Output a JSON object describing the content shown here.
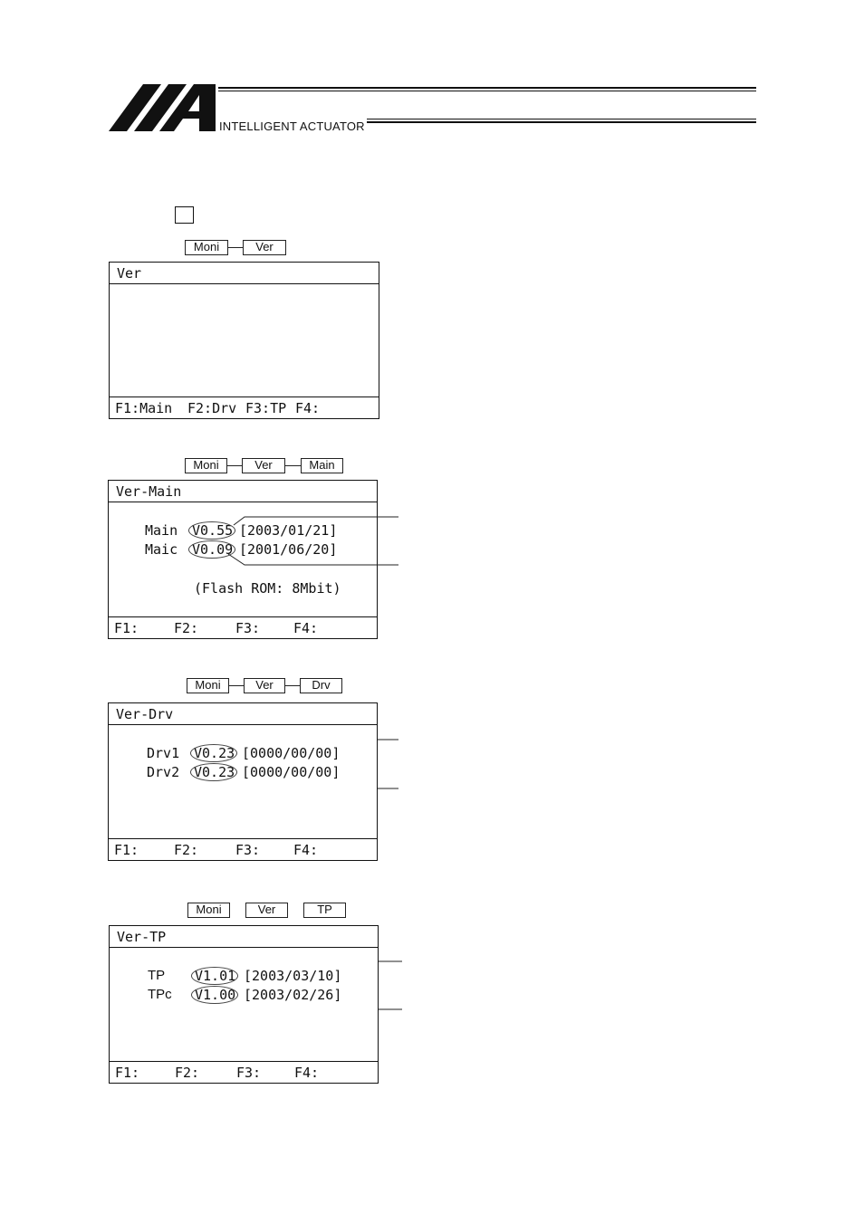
{
  "header": {
    "brand": "INTELLIGENT ACTUATOR"
  },
  "screens": [
    {
      "path": [
        "Moni",
        "Ver"
      ],
      "title": "Ver",
      "rows": [],
      "footer": [
        "F1:Main",
        "F2:Drv",
        "F3:TP",
        "F4:"
      ]
    },
    {
      "path": [
        "Moni",
        "Ver",
        "Main"
      ],
      "title": "Ver-Main",
      "rows": [
        {
          "label": "Main",
          "version": "V0.55",
          "date": "[2003/01/21]"
        },
        {
          "label": "Maic",
          "version": "V0.09",
          "date": "[2001/06/20]"
        }
      ],
      "note": "(Flash ROM: 8Mbit)",
      "footer": [
        "F1:",
        "F2:",
        "F3:",
        "F4:"
      ]
    },
    {
      "path": [
        "Moni",
        "Ver",
        "Drv"
      ],
      "title": "Ver-Drv",
      "rows": [
        {
          "label": "Drv1",
          "version": "V0.23",
          "date": "[0000/00/00]"
        },
        {
          "label": "Drv2",
          "version": "V0.23",
          "date": "[0000/00/00]"
        }
      ],
      "footer": [
        "F1:",
        "F2:",
        "F3:",
        "F4:"
      ]
    },
    {
      "path": [
        "Moni",
        "Ver",
        "TP"
      ],
      "title": "Ver-TP",
      "rows": [
        {
          "label": "TP",
          "version": "V1.01",
          "date": "[2003/03/10]"
        },
        {
          "label": "TPc",
          "version": "V1.00",
          "date": "[2003/02/26]"
        }
      ],
      "footer": [
        "F1:",
        "F2:",
        "F3:",
        "F4:"
      ]
    }
  ]
}
